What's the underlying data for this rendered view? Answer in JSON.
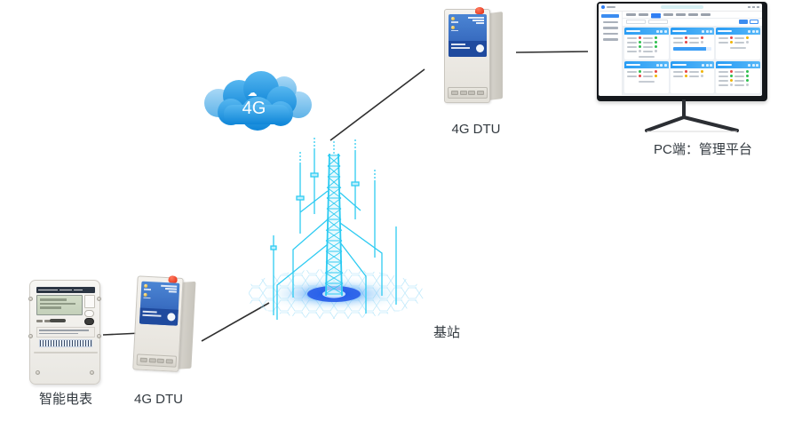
{
  "labels": {
    "cloud": "4G",
    "dtu_top": "4G DTU",
    "dtu_bottom": "4G DTU",
    "monitor": "PC端：管理平台",
    "tower": "基站",
    "meter": "智能电表"
  },
  "colors": {
    "accent_blue": "#2f7ef3",
    "cloud_blue": "#1796e0",
    "tower_cyan": "#2ecbf2",
    "device_panel_blue": "#3a6ec2",
    "status": {
      "red": "#e54545",
      "green": "#2fbf4f",
      "yellow": "#f0b400",
      "gray": "#c5cad1"
    }
  },
  "connections": [
    {
      "from": "smart-meter",
      "to": "dtu-bottom"
    },
    {
      "from": "dtu-bottom",
      "to": "base-station"
    },
    {
      "from": "base-station",
      "to": "dtu-top"
    },
    {
      "from": "dtu-top",
      "to": "pc-monitor"
    }
  ],
  "monitor": {
    "cards": [
      {
        "rows": [
          [
            "red",
            "green"
          ],
          [
            "green",
            "green"
          ],
          [
            "green",
            "green"
          ],
          [
            "gray",
            "gray"
          ]
        ],
        "footer": true
      },
      {
        "rows": [
          [
            "red",
            "red"
          ],
          [
            "red",
            "gray"
          ]
        ],
        "progress": true
      },
      {
        "rows": [
          [
            "red",
            "yellow"
          ],
          [
            "yellow",
            "gray"
          ]
        ],
        "footer": true
      },
      {
        "rows": [
          [
            "green",
            "red"
          ],
          [
            "red",
            "yellow"
          ]
        ],
        "footer": true
      },
      {
        "rows": [
          [
            "red",
            "yellow"
          ],
          [
            "yellow",
            "gray"
          ]
        ],
        "footer": false
      },
      {
        "rows": [
          [
            "red",
            "green"
          ],
          [
            "green",
            "green"
          ],
          [
            "yellow",
            "green"
          ],
          [
            "gray",
            "gray"
          ]
        ],
        "footer": false
      }
    ]
  }
}
